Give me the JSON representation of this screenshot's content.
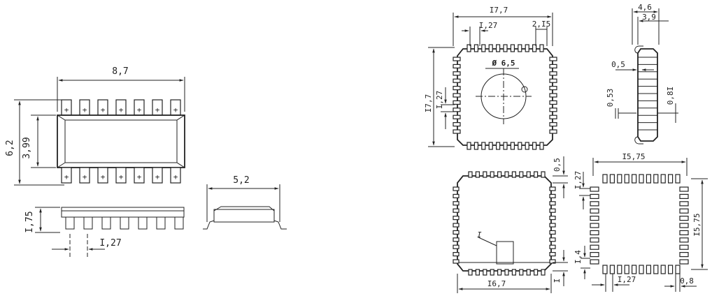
{
  "soic": {
    "body_length": "8,7",
    "overall_width": "6,2",
    "body_width": "3,99",
    "height": "I,75",
    "pin_pitch": "I,27",
    "side_width": "5,2",
    "pin_mark": "+"
  },
  "plcc": {
    "outline": "I7,7",
    "pin_pitch": "I,27",
    "corner": "2,I5",
    "window": "Ø 6,5",
    "height_total": "4,6",
    "height_body": "3,9",
    "lead_offset": "0,5",
    "lead_a": "0,53",
    "lead_b": "0,8I",
    "left_outline": "I7,7",
    "left_pitch": "I,27"
  },
  "footprint": {
    "body": "I6,7",
    "standoff": "0,5",
    "step": "I",
    "marker": "I",
    "pad_span_h": "I5,75",
    "pad_span_v": "I5,75",
    "pad_pitch_v": "I,27",
    "pad_len": "I,4",
    "pad_pitch_h": "I,27",
    "pad_width": "0,8"
  }
}
